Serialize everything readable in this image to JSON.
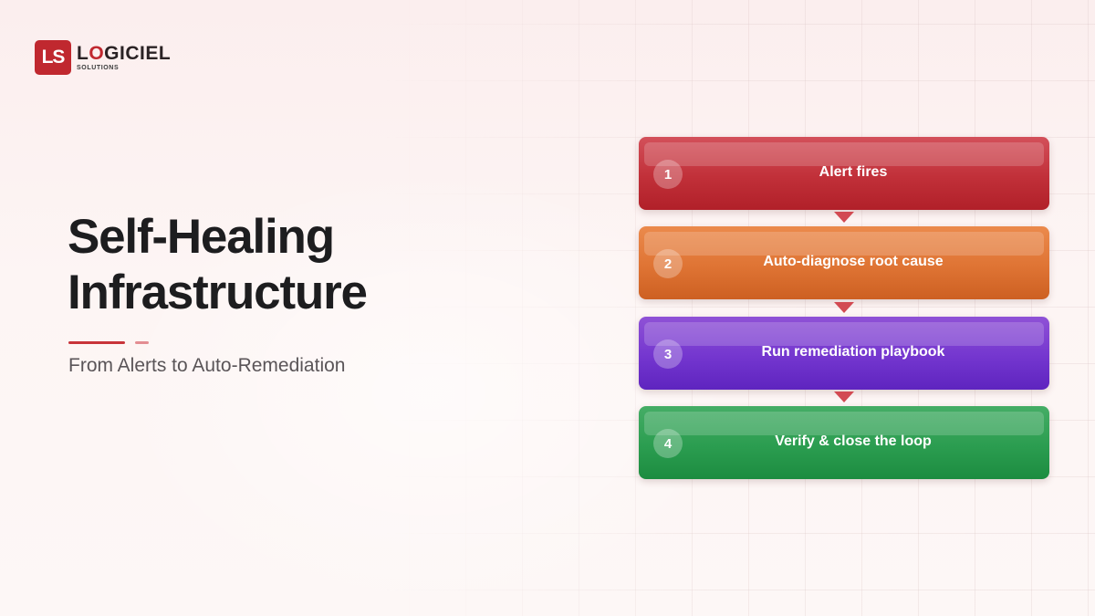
{
  "logo": {
    "mark": "LS",
    "name_prefix": "L",
    "name_o": "O",
    "name_rest": "GICIEL",
    "sub": "SOLUTIONS"
  },
  "title": {
    "line1": "Self-Healing",
    "line2": "Infrastructure"
  },
  "subtitle": "From Alerts to Auto-Remediation",
  "steps": [
    {
      "num": "1",
      "label": "Alert fires",
      "color": "#c13039"
    },
    {
      "num": "2",
      "label": "Auto-diagnose root cause",
      "color": "#df7434"
    },
    {
      "num": "3",
      "label": "Run remediation playbook",
      "color": "#7436cf"
    },
    {
      "num": "4",
      "label": "Verify & close the loop",
      "color": "#2b9d50"
    }
  ],
  "colors": {
    "accent": "#c8343a",
    "arrow": "#d24a52"
  }
}
